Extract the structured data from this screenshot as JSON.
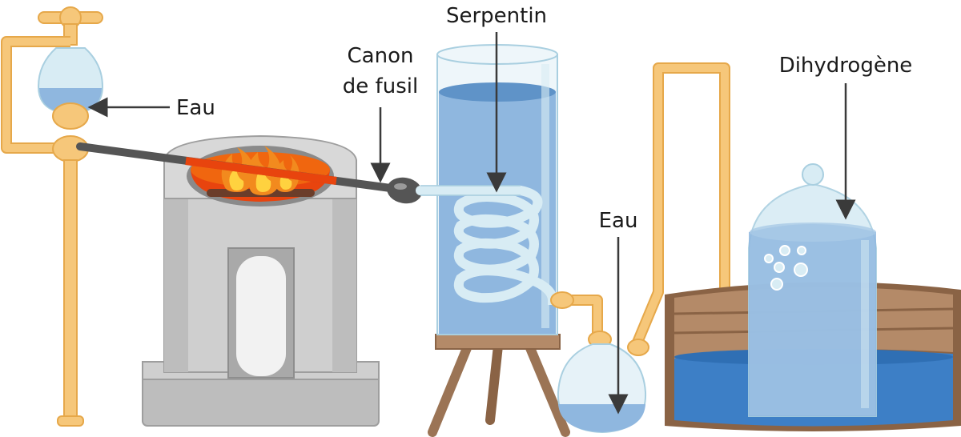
{
  "labels": {
    "serpentin": "Serpentin",
    "canon_line1": "Canon",
    "canon_line2": "de fusil",
    "eau_top": "Eau",
    "eau_bottom": "Eau",
    "dihydrogene": "Dihydrogène"
  },
  "colors": {
    "pipe": "#f6c77a",
    "pipe_outline": "#e6a84a",
    "water": "#8fb7df",
    "water_dark": "#5f93c8",
    "glass": "#d8ecf4",
    "furnace": "#cfcfcf",
    "fire": "#f28a1e",
    "wood": "#9b7455",
    "tub_water": "#3d7fc6"
  }
}
